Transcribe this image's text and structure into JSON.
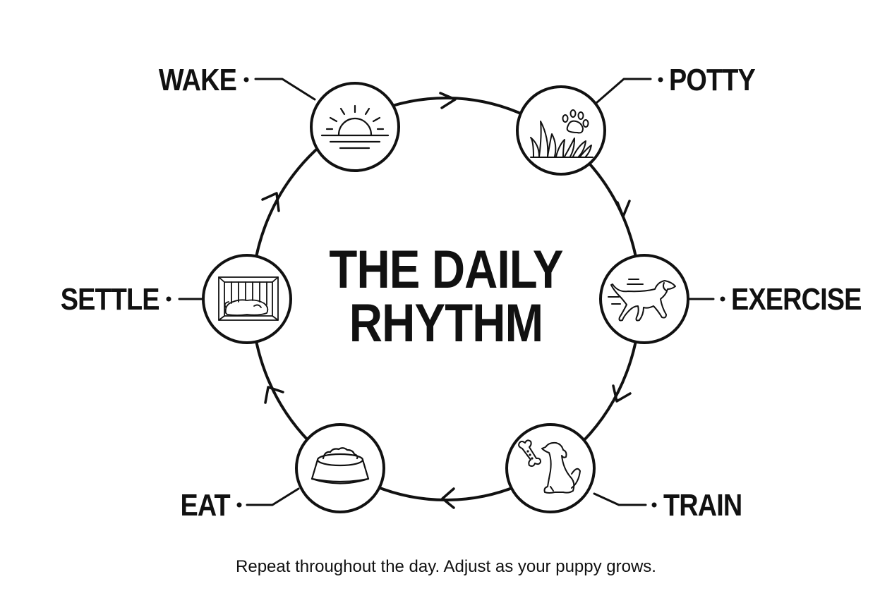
{
  "title": {
    "line1": "THE DAILY",
    "line2": "RHYTHM"
  },
  "steps": [
    {
      "label": "WAKE",
      "icon": "sunrise-icon"
    },
    {
      "label": "POTTY",
      "icon": "grass-paw-icon"
    },
    {
      "label": "EXERCISE",
      "icon": "running-dog-icon"
    },
    {
      "label": "TRAIN",
      "icon": "sitting-dog-bone-icon"
    },
    {
      "label": "EAT",
      "icon": "food-bowl-icon"
    },
    {
      "label": "SETTLE",
      "icon": "crate-sleeping-dog-icon"
    }
  ],
  "flow_direction": "clockwise",
  "footer": "Repeat throughout the day. Adjust as your puppy grows.",
  "colors": {
    "stroke": "#111111",
    "background": "#ffffff"
  }
}
